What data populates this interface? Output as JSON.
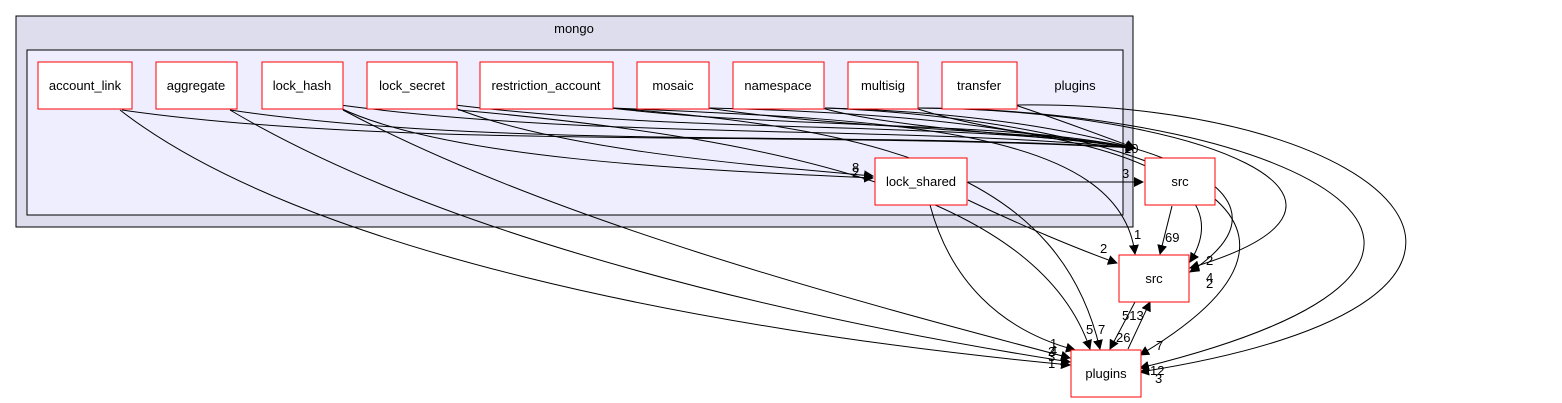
{
  "outer_cluster": {
    "label": "mongo"
  },
  "inner_cluster": {
    "label": "plugins"
  },
  "nodes": {
    "account_link": "account_link",
    "aggregate": "aggregate",
    "lock_hash": "lock_hash",
    "lock_secret": "lock_secret",
    "restriction_account": "restriction_account",
    "mosaic": "mosaic",
    "namespace": "namespace",
    "multisig": "multisig",
    "transfer": "transfer",
    "lock_shared": "lock_shared",
    "src_inner": "src",
    "src_outer": "src",
    "plugins_outer": "plugins"
  },
  "edge_labels": {
    "lock_shared_to_src_inner": "3",
    "lock_to_lock_shared_a": "2",
    "lock_to_lock_shared_b": "8",
    "src_inner_to_src_outer": "69",
    "lock_shared_to_src_outer": "2",
    "to_src_outer_a": "1",
    "to_src_outer_b": "2",
    "to_src_outer_c": "4",
    "to_src_outer_d": "2",
    "src_outer_to_plugins": "513",
    "plugins_to_src_outer": "26",
    "to_plugins_a": "5",
    "to_plugins_b": "7",
    "to_plugins_c": "7",
    "to_plugins_d": "1",
    "to_plugins_e": "4",
    "to_plugins_f": "3",
    "to_plugins_g": "1",
    "to_plugins_h": "2",
    "to_plugins_i": "12",
    "to_plugins_j": "3",
    "to_src_inner_stack": "10"
  },
  "colors": {
    "outer_fill": "#ddddee",
    "inner_fill": "#eeeeff",
    "node_border": "#ff0000",
    "cluster_border": "#000000"
  }
}
